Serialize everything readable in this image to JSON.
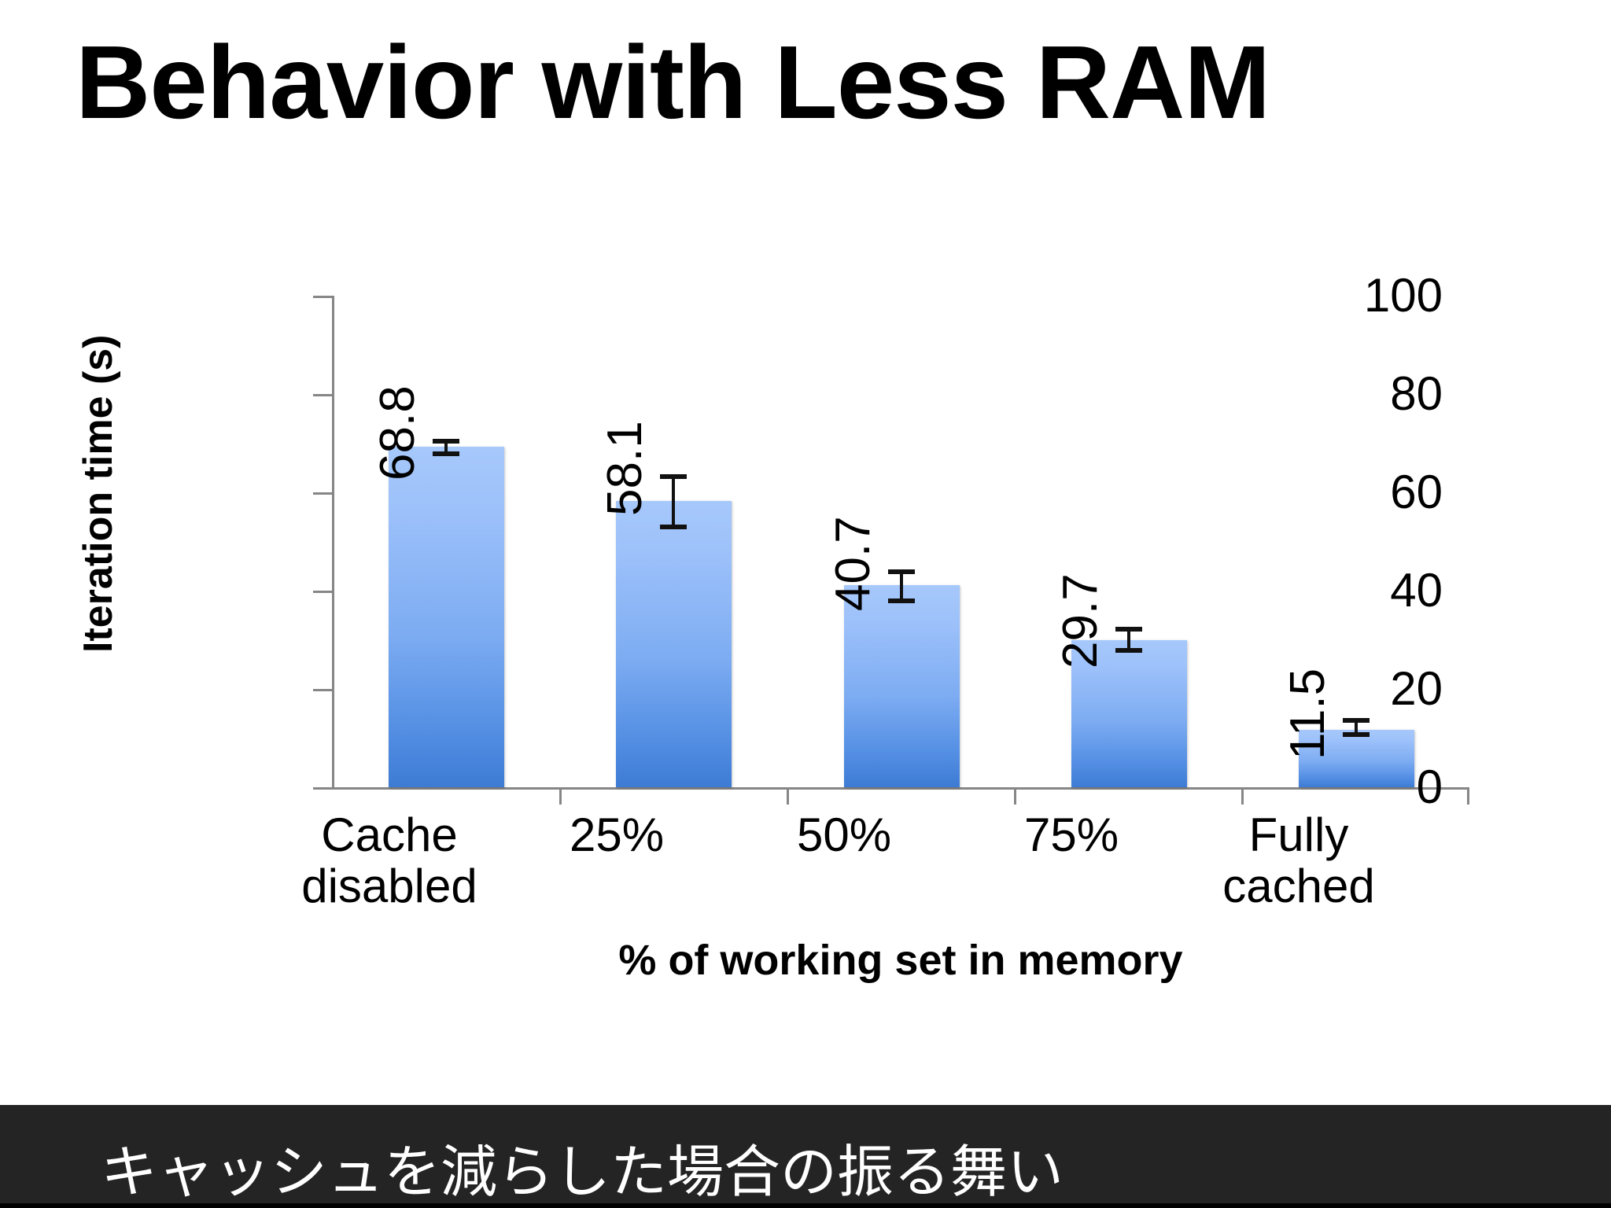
{
  "slide": {
    "title": "Behavior with Less RAM",
    "caption": "キャッシュを減らした場合の振る舞い",
    "background_color": "#ffffff",
    "caption_bar_color": "#242424",
    "caption_text_color": "#ffffff"
  },
  "chart_data": {
    "type": "bar",
    "title": "",
    "categories": [
      "Cache disabled",
      "25%",
      "50%",
      "75%",
      "Fully cached"
    ],
    "category_lines": [
      [
        "Cache",
        "disabled"
      ],
      [
        "25%"
      ],
      [
        "50%"
      ],
      [
        "75%"
      ],
      [
        "Fully",
        "cached"
      ]
    ],
    "values": [
      68.8,
      58.1,
      40.7,
      29.7,
      11.5
    ],
    "value_labels": [
      "68.8",
      "58.1",
      "40.7",
      "29.7",
      "11.5"
    ],
    "errors_upper": [
      1.2,
      5.0,
      2.4,
      2.2,
      1.0
    ],
    "errors_lower": [
      1.2,
      5.0,
      2.4,
      2.2,
      1.0
    ],
    "xlabel": "% of working set in memory",
    "ylabel": "Iteration time (s)",
    "ylim": [
      0,
      100
    ],
    "yticks": [
      0,
      20,
      40,
      60,
      80,
      100
    ],
    "ytick_labels": [
      "0",
      "20",
      "40",
      "60",
      "80",
      "100"
    ],
    "grid": false,
    "legend": false,
    "legend_position": "none",
    "bar_color_top": "#a6c8fb",
    "bar_color_bottom": "#3d7bd4",
    "axis_color": "#868686",
    "error_bar_color": "#111111",
    "value_label_rotation": "-90"
  }
}
